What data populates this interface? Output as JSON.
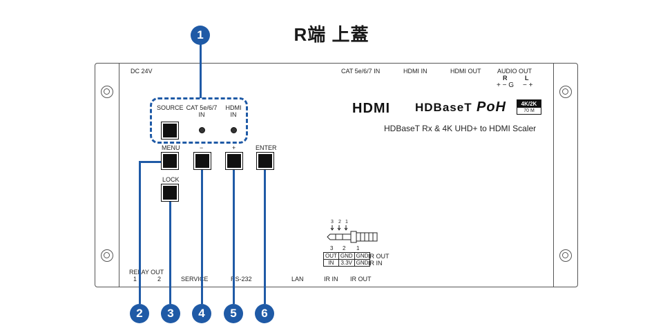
{
  "title": "R端 上蓋",
  "labels": {
    "dc": "DC 24V",
    "cat_top": "CAT 5e/6/7 IN",
    "hdmi_in_top": "HDMI IN",
    "hdmi_out_top": "HDMI OUT",
    "audio_out": "AUDIO OUT",
    "audio_r": "R",
    "audio_l": "L",
    "audio_pins_r": "+ − G",
    "audio_pins_l": "− +",
    "source": "SOURCE",
    "cat_led": "CAT 5e/6/7",
    "cat_led_in": "IN",
    "hdmi_led": "HDMI",
    "hdmi_led_in": "IN",
    "menu": "MENU",
    "minus": "−",
    "plus": "+",
    "enter": "ENTER",
    "lock": "LOCK",
    "relay_out": "RELAY OUT",
    "relay_1": "1",
    "relay_2": "2",
    "service": "SERVICE",
    "rs232": "RS-232",
    "lan": "LAN",
    "ir_in": "IR IN",
    "ir_out": "IR OUT"
  },
  "logos": {
    "hdmi": "HDMI",
    "hdbaset": "HDBaseT",
    "poh": "PoH",
    "fourk_top": "4K",
    "fourk_mid": "2K",
    "fourk_bottom": "70 M"
  },
  "description": "HDBaseT Rx & 4K UHD+ to HDMI Scaler",
  "ir_diagram": {
    "jack_pins": [
      "3",
      "2",
      "1"
    ],
    "col_numbers": [
      "3",
      "2",
      "1"
    ],
    "row_out": [
      "OUT",
      "GND",
      "GND"
    ],
    "row_in": [
      "IN",
      "3.3V",
      "GND"
    ],
    "row_out_label": "IR OUT",
    "row_in_label": "IR IN"
  },
  "badges": [
    "1",
    "2",
    "3",
    "4",
    "5",
    "6"
  ],
  "colors": {
    "accent": "#1f5aa6",
    "panel_stroke": "#555555"
  }
}
